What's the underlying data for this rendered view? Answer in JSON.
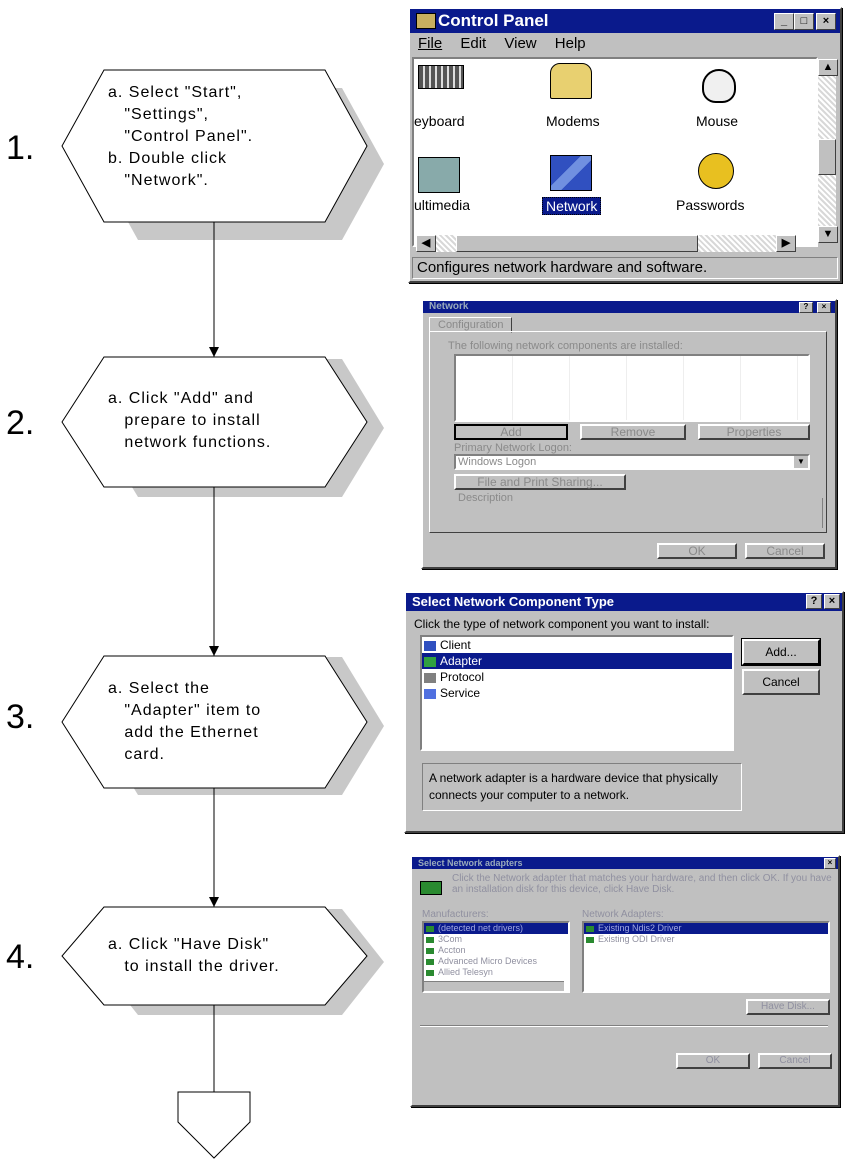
{
  "steps": [
    {
      "number": "1.",
      "text": "a. Select \"Start\",\n   \"Settings\",\n   \"Control Panel\".\nb. Double click\n   \"Network\"."
    },
    {
      "number": "2.",
      "text": "a. Click \"Add\" and\n   prepare to install\n   network functions."
    },
    {
      "number": "3.",
      "text": "a. Select the\n   \"Adapter\" item to\n   add the Ethernet\n   card."
    },
    {
      "number": "4.",
      "text": "a. Click \"Have Disk\"\n   to install the driver."
    }
  ],
  "control_panel": {
    "title": "Control Panel",
    "menu": [
      "File",
      "Edit",
      "View",
      "Help"
    ],
    "icons": [
      "eyboard",
      "Modems",
      "Mouse",
      "ultimedia",
      "Network",
      "Passwords"
    ],
    "selected_icon": "Network",
    "status": "Configures network hardware and software."
  },
  "network_dialog": {
    "title": "Network",
    "tab": "Configuration",
    "list_label": "The following network components are installed:",
    "buttons": [
      "Add",
      "Remove",
      "Properties"
    ],
    "primary_logon_label": "Primary Network Logon:",
    "primary_logon_value": "Windows Logon",
    "file_print_button": "File and Print Sharing...",
    "description_label": "Description",
    "ok": "OK",
    "cancel": "Cancel"
  },
  "component_dialog": {
    "title": "Select Network Component Type",
    "prompt": "Click the type of network component you want to install:",
    "items": [
      "Client",
      "Adapter",
      "Protocol",
      "Service"
    ],
    "selected": "Adapter",
    "add": "Add...",
    "cancel": "Cancel",
    "description": "A network adapter is a hardware device that physically connects your computer to a network."
  },
  "adapter_dialog": {
    "title": "Select Network adapters",
    "instruction": "Click the Network adapter that matches your hardware, and then click OK. If you have an installation disk for this device, click Have Disk.",
    "manufacturers_label": "Manufacturers:",
    "manufacturers": [
      "(detected net drivers)",
      "3Com",
      "Accton",
      "Advanced Micro Devices",
      "Allied Telesyn"
    ],
    "adapters_label": "Network Adapters:",
    "adapters": [
      "Existing Ndis2 Driver",
      "Existing ODI Driver"
    ],
    "have_disk": "Have Disk...",
    "ok": "OK",
    "cancel": "Cancel"
  }
}
